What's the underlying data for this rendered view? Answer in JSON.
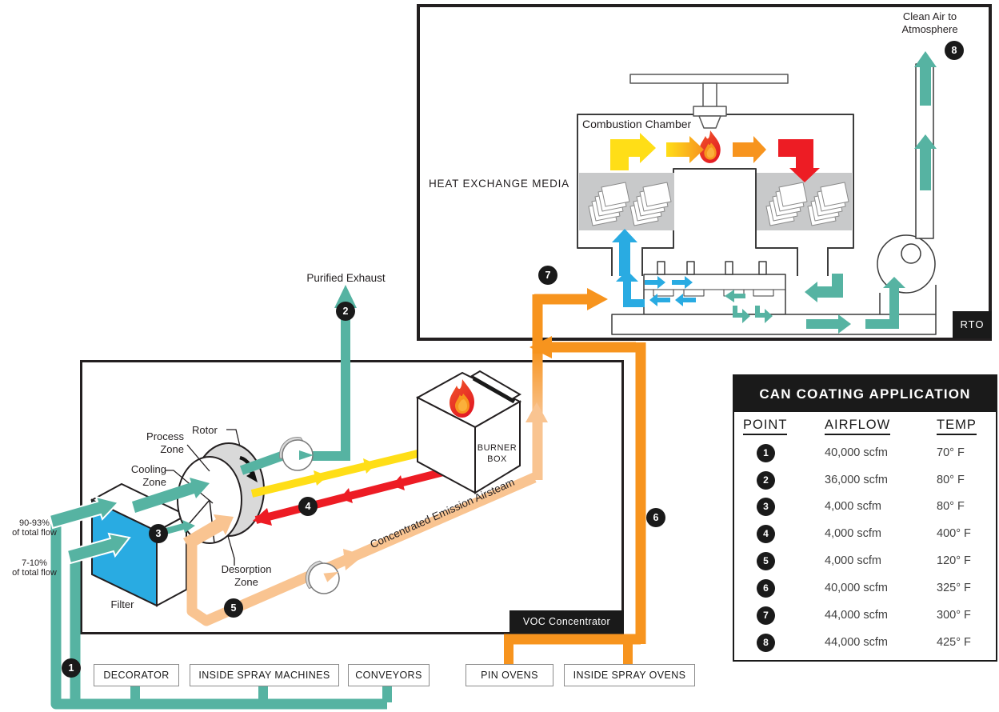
{
  "rto": {
    "tag": "RTO",
    "combustion_chamber": "Combustion Chamber",
    "heat_exchange_media": "HEAT EXCHANGE MEDIA",
    "clean_air": [
      "Clean Air to",
      "Atmosphere"
    ]
  },
  "voc": {
    "tag": "VOC Concentrator",
    "purified_exhaust": "Purified Exhaust",
    "burner": [
      "BURNER",
      "BOX"
    ],
    "rotor": "Rotor",
    "process_zone": [
      "Process",
      "Zone"
    ],
    "cooling_zone": [
      "Cooling",
      "Zone"
    ],
    "desorption_zone": [
      "Desorption",
      "Zone"
    ],
    "filter": "Filter",
    "flow_high": [
      "90-93%",
      "of total flow"
    ],
    "flow_low": [
      "7-10%",
      "of total flow"
    ],
    "concentrated_emission": "Concentrated Emission Airsteam"
  },
  "badges": [
    "1",
    "2",
    "3",
    "4",
    "5",
    "6",
    "7",
    "8"
  ],
  "sources": [
    {
      "label": "DECORATOR"
    },
    {
      "label": "INSIDE SPRAY MACHINES"
    },
    {
      "label": "CONVEYORS"
    },
    {
      "label": "PIN OVENS"
    },
    {
      "label": "INSIDE SPRAY OVENS"
    }
  ],
  "table": {
    "title": "CAN COATING APPLICATION",
    "columns": [
      "POINT",
      "AIRFLOW",
      "TEMP"
    ],
    "rows": [
      {
        "point": "1",
        "airflow": "40,000 scfm",
        "temp": "70° F"
      },
      {
        "point": "2",
        "airflow": "36,000 scfm",
        "temp": "80° F"
      },
      {
        "point": "3",
        "airflow": "4,000 scfm",
        "temp": "80° F"
      },
      {
        "point": "4",
        "airflow": "4,000 scfm",
        "temp": "400° F"
      },
      {
        "point": "5",
        "airflow": "4,000 scfm",
        "temp": "120° F"
      },
      {
        "point": "6",
        "airflow": "40,000 scfm",
        "temp": "325° F"
      },
      {
        "point": "7",
        "airflow": "44,000 scfm",
        "temp": "300° F"
      },
      {
        "point": "8",
        "airflow": "44,000 scfm",
        "temp": "425° F"
      }
    ]
  },
  "colors": {
    "teal": "#56b3a2",
    "blue": "#29abe2",
    "orange": "#f7941e",
    "peach": "#f9c491",
    "yellow": "#ffde17",
    "red": "#ed1c24",
    "black": "#1a1a1a"
  }
}
